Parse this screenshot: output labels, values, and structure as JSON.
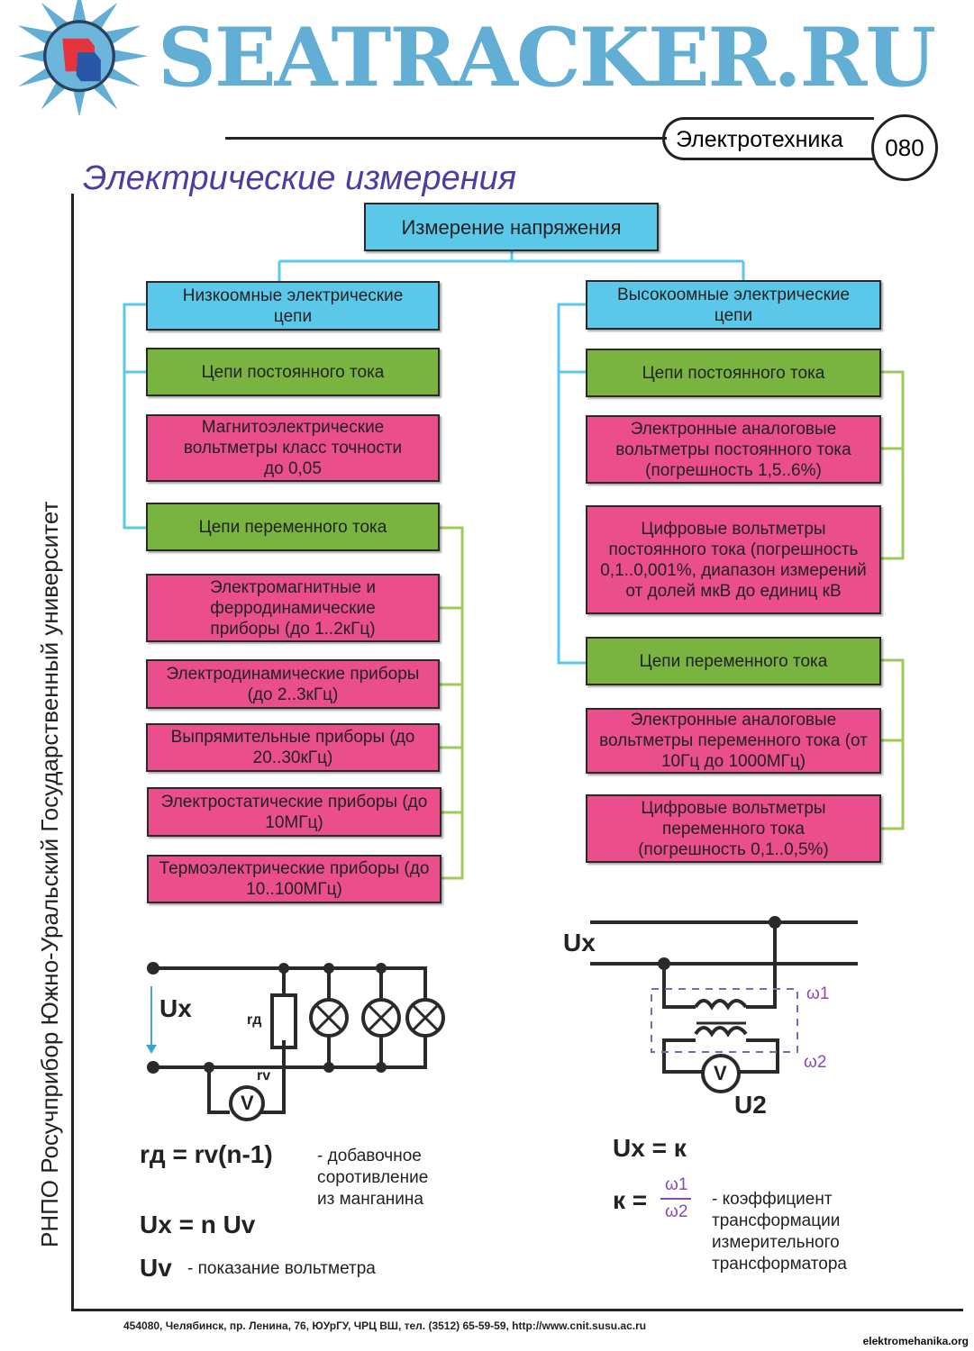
{
  "header": {
    "subject": "Электротехника",
    "page_number": "080",
    "title": "Электрические измерения"
  },
  "side_text": "РНПО Росучприбор   Южно-Уральский Государственный университет",
  "diagram": {
    "root": "Измерение напряжения",
    "left": {
      "head": "Низкоомные электрические цепи",
      "items": [
        {
          "kind": "green",
          "label": "Цепи постоянного тока"
        },
        {
          "kind": "pink",
          "label": "Магнитоэлектрические вольтметры класс точности до 0,05"
        },
        {
          "kind": "green",
          "label": "Цепи переменного тока"
        },
        {
          "kind": "pink",
          "label": "Электромагнитные и ферродинамические приборы (до 1..2кГц)"
        },
        {
          "kind": "pink",
          "label": "Электродинамические приборы (до 2..3кГц)"
        },
        {
          "kind": "pink",
          "label": "Выпрямительные приборы (до 20..30кГц)"
        },
        {
          "kind": "pink",
          "label": "Электростатические приборы (до 10МГц)"
        },
        {
          "kind": "pink",
          "label": "Термоэлектрические приборы (до 10..100МГц)"
        }
      ]
    },
    "right": {
      "head": "Высокоомные электрические цепи",
      "items": [
        {
          "kind": "green",
          "label": "Цепи постоянного тока"
        },
        {
          "kind": "pink",
          "label": "Электронные аналоговые вольтметры постоянного тока (погрешность 1,5..6%)"
        },
        {
          "kind": "pink",
          "label": "Цифровые вольтметры постоянного тока (погрешность 0,1..0,001%, диапазон измерений от долей мкВ до единиц кВ"
        },
        {
          "kind": "green",
          "label": "Цепи переменного тока"
        },
        {
          "kind": "pink",
          "label": "Электронные аналоговые вольтметры переменного тока (от 10Гц до 1000МГц)"
        },
        {
          "kind": "pink",
          "label": "Цифровые вольтметры переменного тока (погрешность 0,1..0,5%)"
        }
      ]
    },
    "colors": {
      "head": "#5bc8ea",
      "green": "#79b340",
      "pink": "#ea4f8c"
    }
  },
  "circuit_left": {
    "ux": "Ux",
    "rd": "rд",
    "rv": "rv",
    "meter": "V"
  },
  "circuit_right": {
    "ux": "Ux",
    "w1": "ω1",
    "w2": "ω2",
    "meter": "V",
    "u2": "U2"
  },
  "formulas": {
    "f1": "rд = rv(n-1)",
    "f1_desc": "- добавочное соротивление из манганина",
    "f2": "Ux = n Uv",
    "f3": "Uv",
    "f3_desc": "- показание вольтметра",
    "f4": "Ux = к",
    "f5_lhs": "к =",
    "f5_num": "ω1",
    "f5_den": "ω2",
    "f5_desc": "- коэффициент трансформации измерительного трансформатора"
  },
  "footer": "454080, Челябинск, пр. Ленина, 76, ЮУрГУ, ЧРЦ ВШ, тел. (3512) 65-59-59, http://www.cnit.susu.ac.ru",
  "credit": "elektromehanika.org",
  "watermark": "SEATRACKER.RU"
}
